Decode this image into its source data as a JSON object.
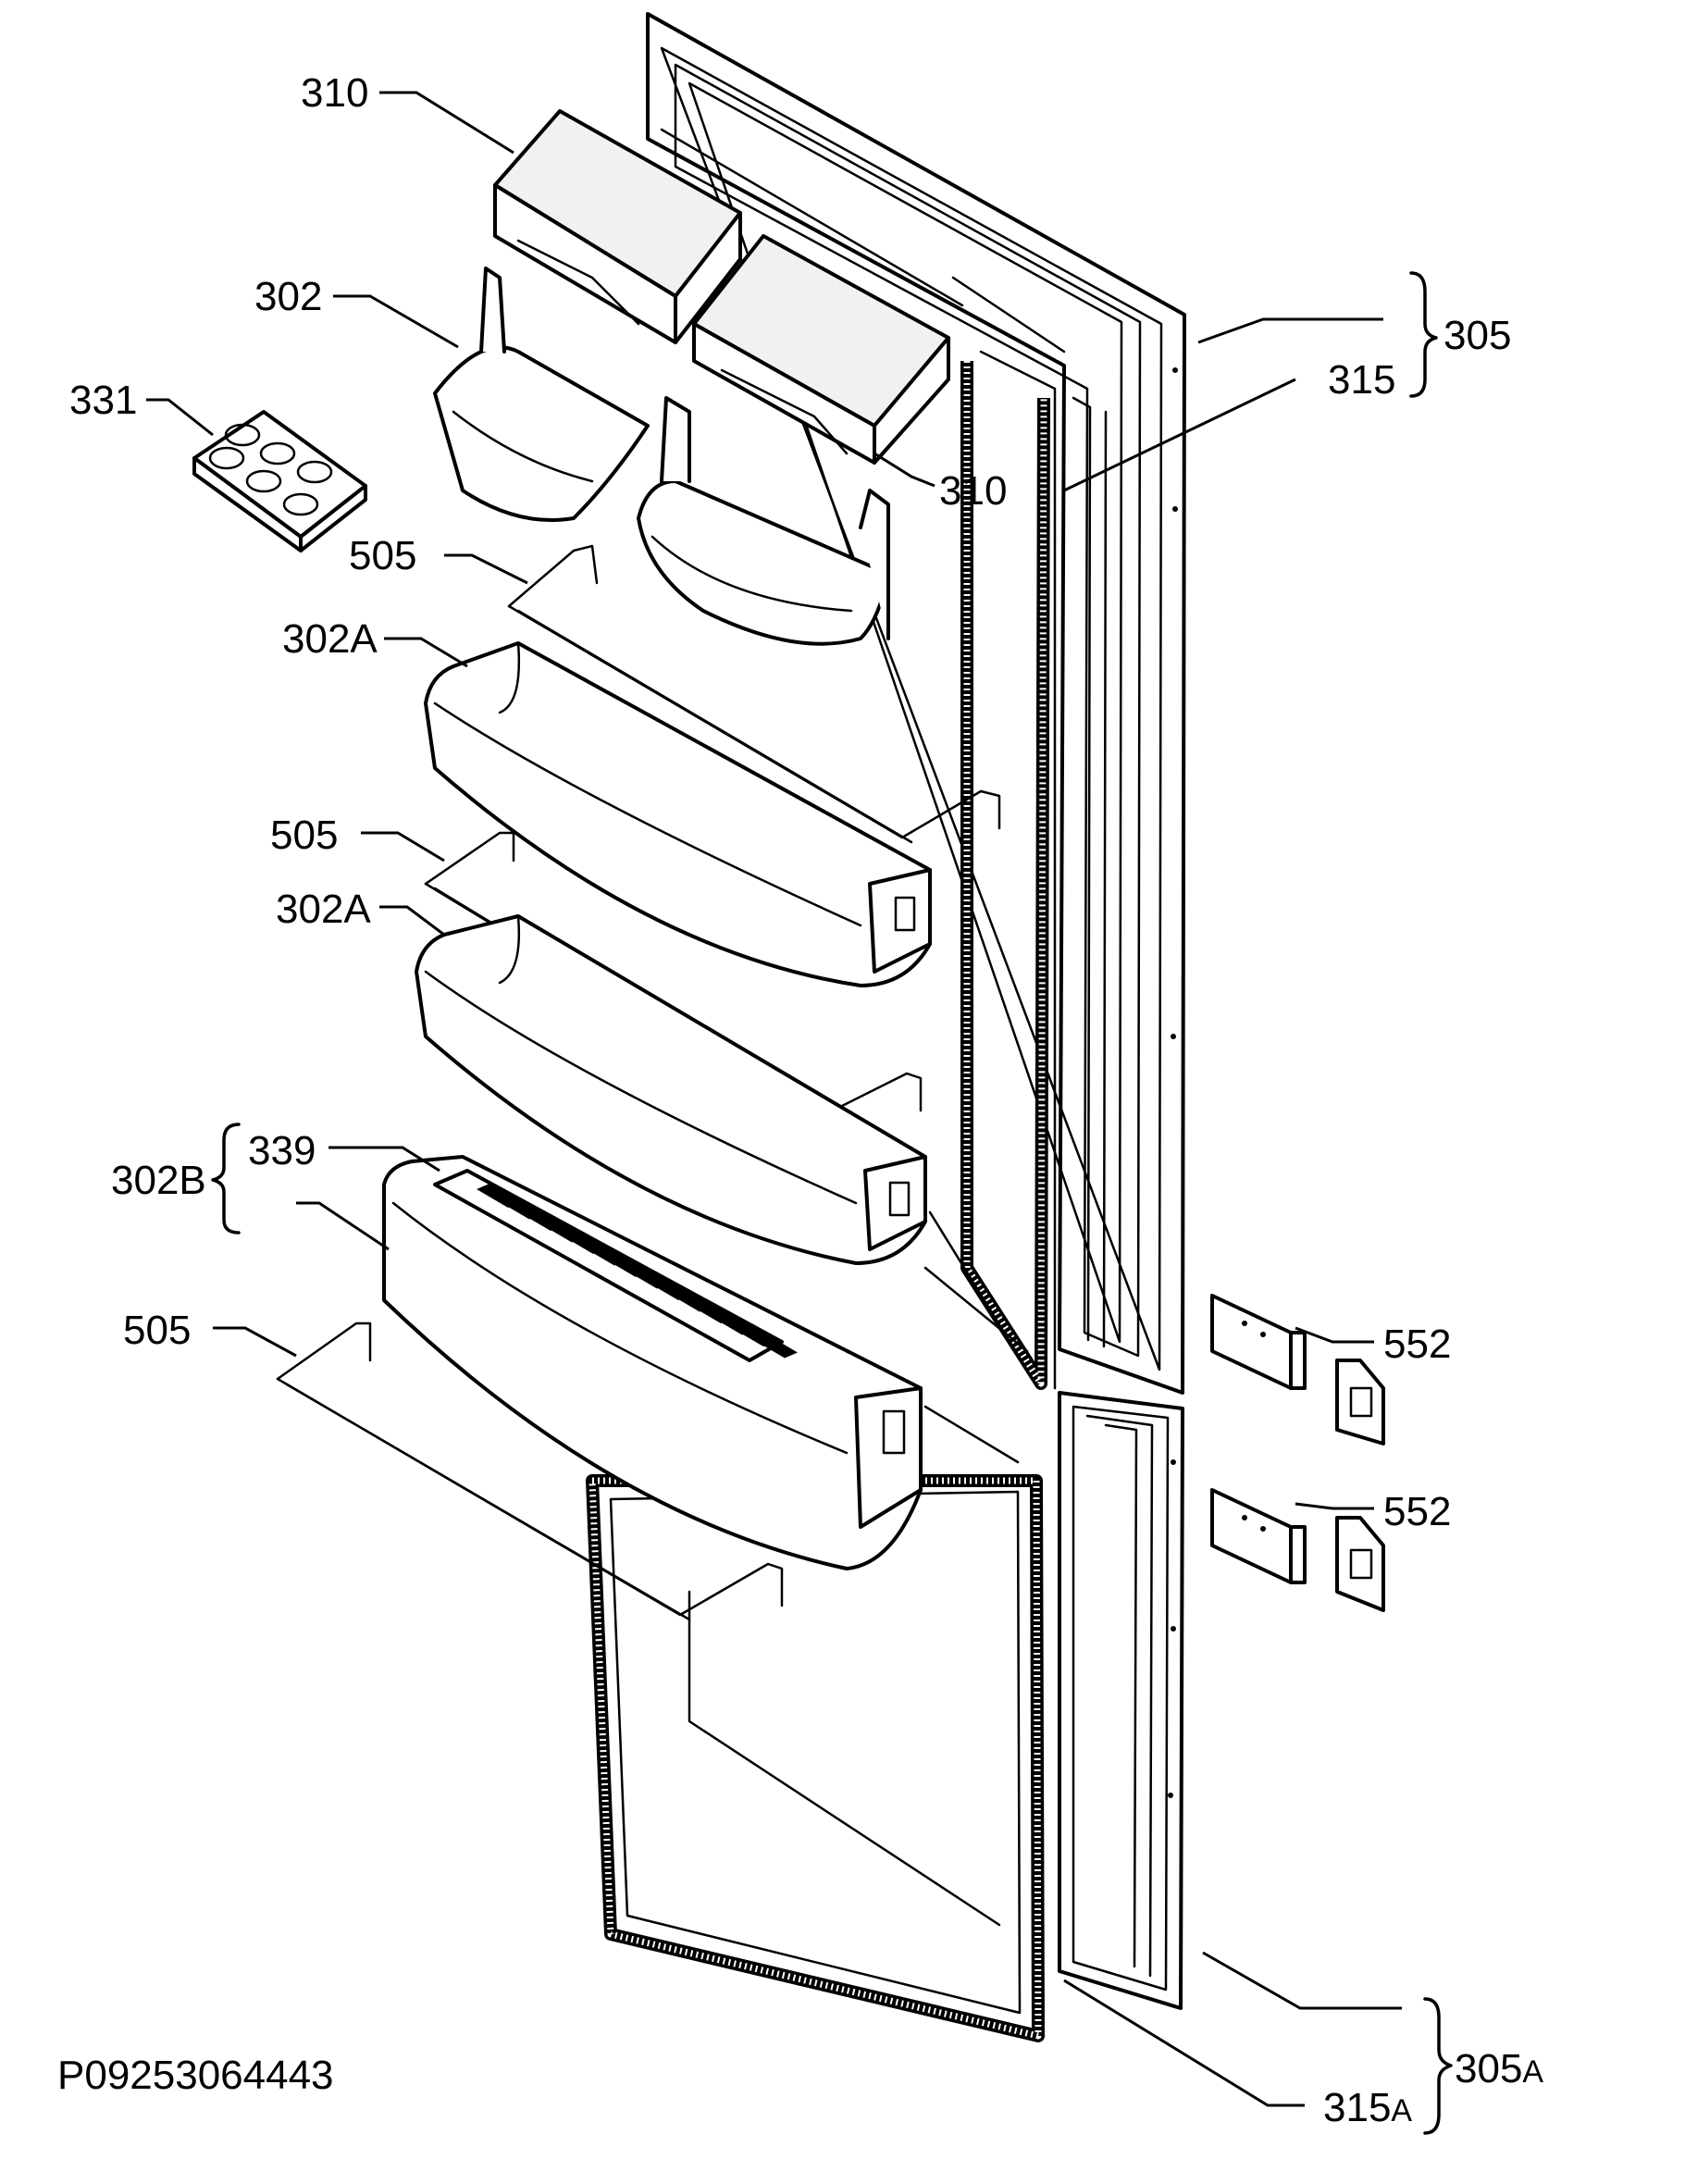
{
  "diagram": {
    "reference_code": "P09253064443",
    "labels": {
      "shelf_cover_top": "310",
      "shelf_cover_right": "310",
      "door_shelf_top": "302",
      "egg_tray": "331",
      "wire_rail_1": "505",
      "bottle_shelf_1": "302A",
      "wire_rail_2": "505",
      "bottle_shelf_2": "302A",
      "lower_shelf_group": "302B",
      "bottle_rack": "339",
      "wire_rail_3": "505",
      "upper_door_group": "305",
      "upper_gasket": "315",
      "hinge_upper": "552",
      "hinge_lower": "552",
      "lower_door_group": "305",
      "lower_door_group_suffix": "A",
      "lower_gasket": "315",
      "lower_gasket_suffix": "A"
    }
  }
}
